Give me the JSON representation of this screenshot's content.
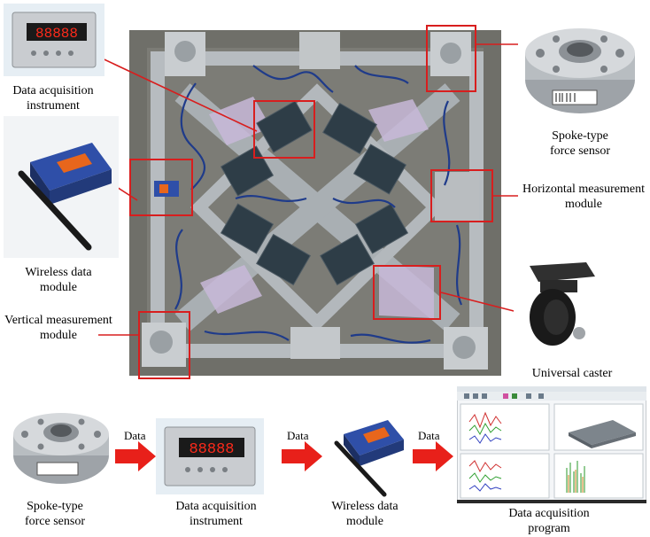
{
  "labels": {
    "data_acquisition_instrument": "Data acquisition\ninstrument",
    "wireless_data_module": "Wireless data\nmodule",
    "vertical_measurement_module": "Vertical measurement\nmodule",
    "spoke_type_force_sensor": "Spoke-type\nforce sensor",
    "horizontal_measurement_module": "Horizontal measurement\nmodule",
    "universal_caster": "Universal caster"
  },
  "flow": {
    "steps": [
      "Spoke-type\nforce sensor",
      "Data acquisition\ninstrument",
      "Wireless data\nmodule",
      "Data acquisition\nprogram"
    ],
    "arrow_label": "Data"
  },
  "instrument_display": "88888",
  "colors": {
    "highlight": "#d81e1e",
    "arrow": "#e8201a",
    "frame": "#aeb4b8",
    "cable": "#1f3b8a",
    "module_box": "#2e3d47",
    "wireless_blue": "#2f4fa8",
    "wireless_orange": "#e8661c"
  }
}
